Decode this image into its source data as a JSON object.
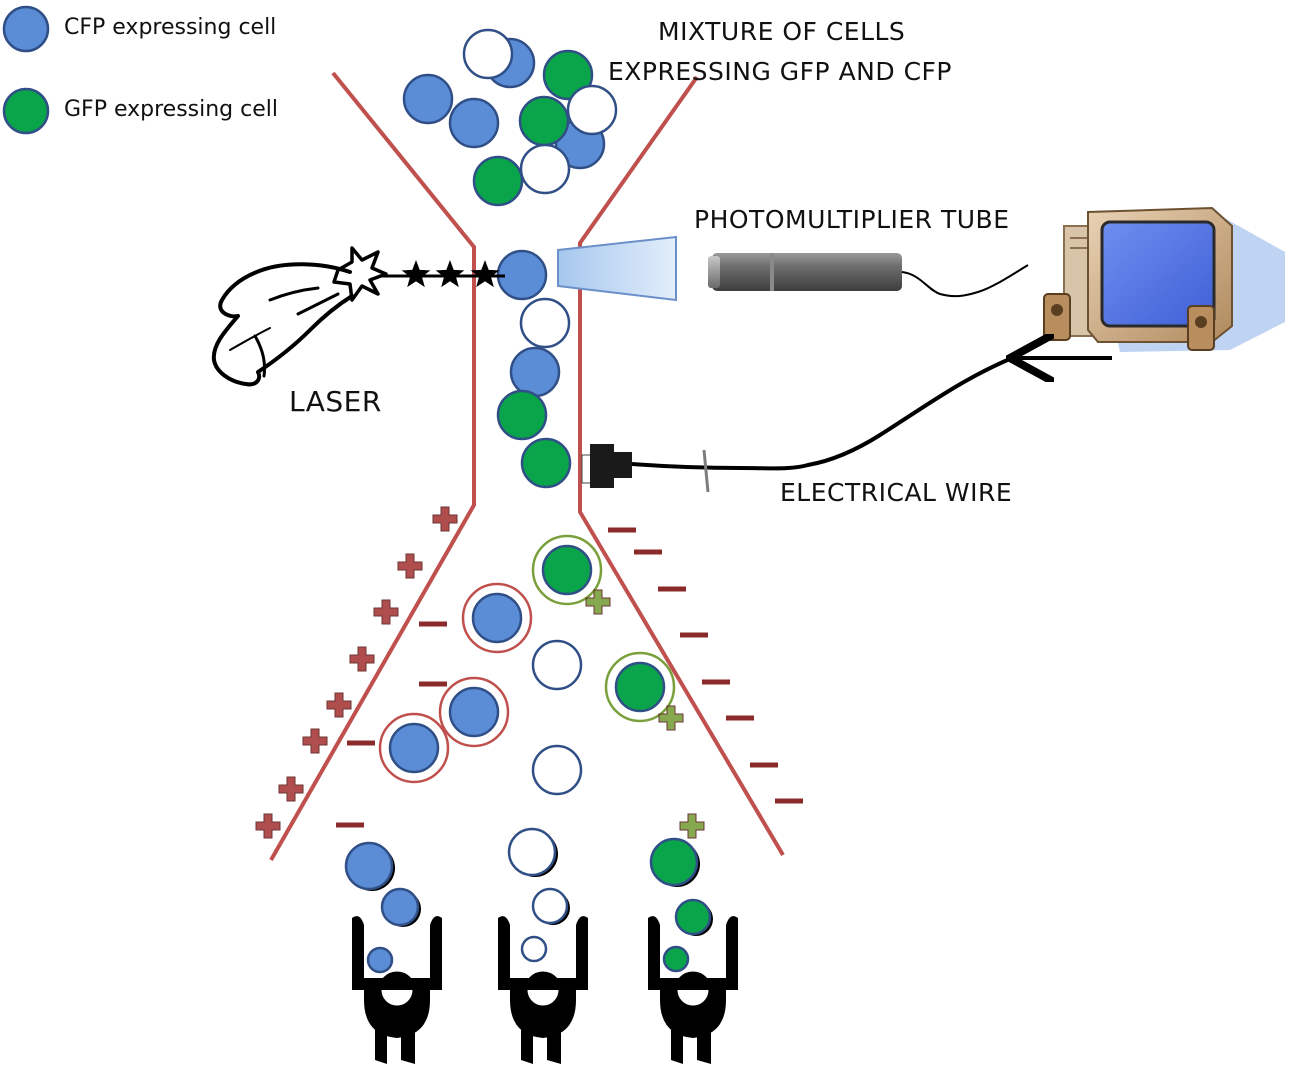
{
  "legend": {
    "cfp_label": "CFP expressing cell",
    "gfp_label": "GFP expressing cell"
  },
  "labels": {
    "mixture_line1": "MIXTURE OF CELLS",
    "mixture_line2": "EXPRESSING GFP AND CFP",
    "photomultiplier": "PHOTOMULTIPLIER TUBE",
    "laser": "LASER",
    "electrical_wire": "ELECTRICAL WIRE"
  },
  "colors": {
    "cfp_fill": "#5b8dd6",
    "gfp_fill": "#0aa54a",
    "cell_stroke": "#2f4f86",
    "unlabeled_fill": "#ffffff",
    "channel_wall": "#c0504d",
    "positive_charge": "#a83b3b",
    "negative_charge": "#8b2a2a",
    "gfp_charge": "#7aa03c",
    "detector_fill": "#bcd6f2"
  },
  "icons": [
    "laser-gun-icon",
    "photomultiplier-tube-icon",
    "computer-icon",
    "collection-tube-icon",
    "plus-charge-icon",
    "minus-charge-icon"
  ]
}
